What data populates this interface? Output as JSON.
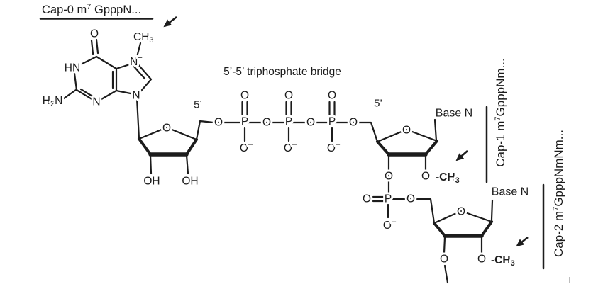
{
  "colors": {
    "ink": "#1c1c1c",
    "background": "#ffffff",
    "artifact": "#bdbdbd"
  },
  "heading_cap0": {
    "pre": "Cap-0 m",
    "sup": "7",
    "post": " GpppN..."
  },
  "bridge": {
    "title": "5’-5’ triphosphate bridge",
    "five_prime_left": "5’",
    "five_prime_right": "5’"
  },
  "atoms": {
    "oxygen": "O",
    "phosphorus": "P",
    "hydroxyl": "OH",
    "imino": "HN",
    "ring_n": "N",
    "n_plus": {
      "main": "N",
      "sup": "+"
    },
    "amino": {
      "pre": "H",
      "sub": "2",
      "post": "N"
    },
    "o_minus": {
      "main": "O",
      "sup": "–"
    },
    "methyl": {
      "main": "CH",
      "sub": "3"
    },
    "o_methyl": {
      "main": "-CH",
      "sub": "3"
    },
    "base_n": "Base N"
  },
  "side_labels": {
    "cap1": {
      "pre": "Cap-1 m",
      "sup": "7",
      "post": "GpppNm..."
    },
    "cap2": {
      "pre": "Cap-2 m",
      "sup": "7",
      "post": "GpppNmNm..."
    }
  }
}
